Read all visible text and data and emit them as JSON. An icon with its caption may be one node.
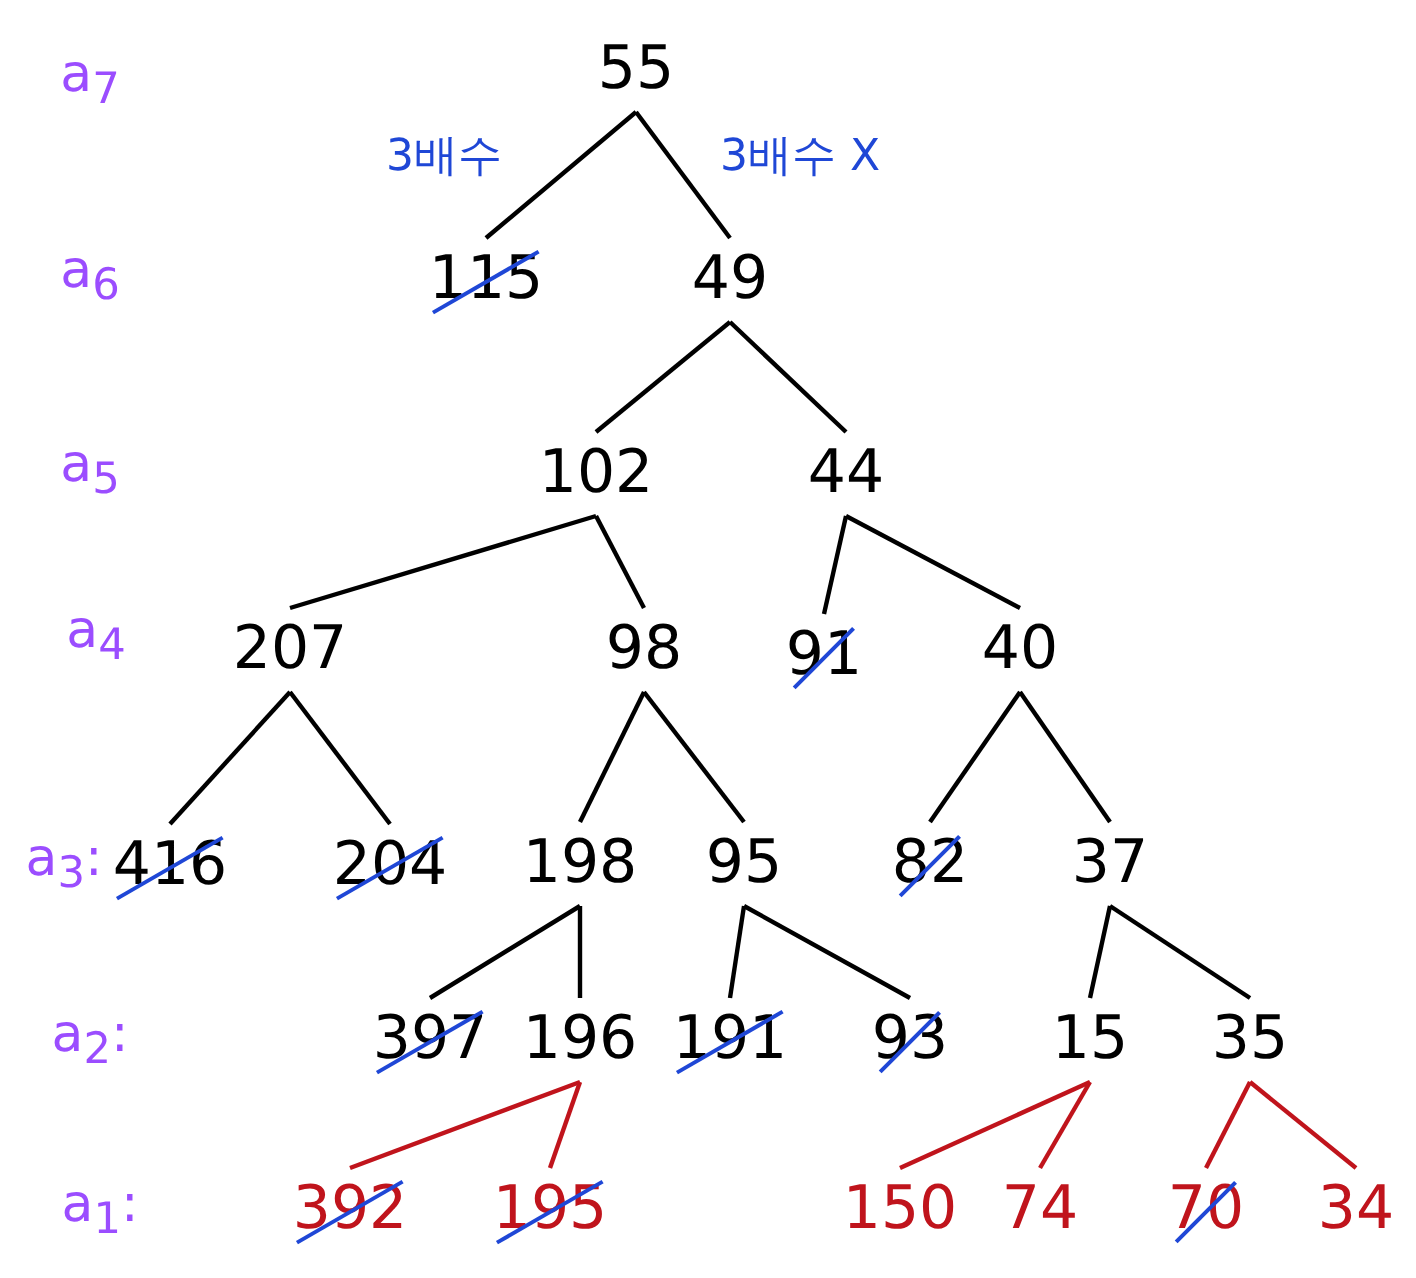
{
  "diagram": {
    "nodes": [
      {
        "text": [
          "55"
        ]
      },
      {
        "text": [
          "115"
        ]
      },
      {
        "text": [
          "49"
        ]
      },
      {
        "text": [
          "102"
        ]
      },
      {
        "text": [
          "44"
        ]
      },
      {
        "text": [
          "207"
        ]
      },
      {
        "text": [
          "98"
        ]
      },
      {
        "text": [
          "91"
        ]
      },
      {
        "text": [
          "40"
        ]
      },
      {
        "text": [
          "416"
        ]
      },
      {
        "text": [
          "204"
        ]
      },
      {
        "text": [
          "198"
        ]
      },
      {
        "text": [
          "95"
        ]
      },
      {
        "text": [
          "82"
        ]
      },
      {
        "text": [
          "37"
        ]
      },
      {
        "text": [
          "397"
        ]
      },
      {
        "text": [
          "196"
        ]
      },
      {
        "text": [
          "191"
        ]
      },
      {
        "text": [
          "93"
        ]
      },
      {
        "text": [
          "15"
        ]
      },
      {
        "text": [
          "35"
        ]
      },
      {
        "text": [
          "392"
        ]
      },
      {
        "text": [
          "195"
        ]
      },
      {
        "text": [
          "150"
        ]
      },
      {
        "text": [
          "74"
        ]
      },
      {
        "text": [
          "70"
        ]
      },
      {
        "text": [
          "34"
        ]
      }
    ],
    "edges": [
      {
        "from": 0,
        "to": 1,
        "arrow": "none",
        "label": "3배수"
      },
      {
        "from": 0,
        "to": 2,
        "arrow": "none",
        "label": "3배수 X"
      },
      {
        "from": 2,
        "to": 3,
        "arrow": "none"
      },
      {
        "from": 2,
        "to": 4,
        "arrow": "none"
      },
      {
        "from": 3,
        "to": 5,
        "arrow": "none"
      },
      {
        "from": 3,
        "to": 6,
        "arrow": "none"
      },
      {
        "from": 4,
        "to": 7,
        "arrow": "none"
      },
      {
        "from": 4,
        "to": 8,
        "arrow": "none"
      },
      {
        "from": 5,
        "to": 9,
        "arrow": "none"
      },
      {
        "from": 5,
        "to": 10,
        "arrow": "none"
      },
      {
        "from": 6,
        "to": 11,
        "arrow": "none"
      },
      {
        "from": 6,
        "to": 12,
        "arrow": "none"
      },
      {
        "from": 8,
        "to": 13,
        "arrow": "none"
      },
      {
        "from": 8,
        "to": 14,
        "arrow": "none"
      },
      {
        "from": 11,
        "to": 15,
        "arrow": "none"
      },
      {
        "from": 11,
        "to": 16,
        "arrow": "none"
      },
      {
        "from": 12,
        "to": 17,
        "arrow": "none"
      },
      {
        "from": 12,
        "to": 18,
        "arrow": "none"
      },
      {
        "from": 14,
        "to": 19,
        "arrow": "none"
      },
      {
        "from": 14,
        "to": 20,
        "arrow": "none"
      },
      {
        "from": 16,
        "to": 21,
        "arrow": "none",
        "color": "#c0141c"
      },
      {
        "from": 16,
        "to": 22,
        "arrow": "none",
        "color": "#c0141c"
      },
      {
        "from": 19,
        "to": 23,
        "arrow": "none",
        "color": "#c0141c"
      },
      {
        "from": 19,
        "to": 24,
        "arrow": "none",
        "color": "#c0141c"
      },
      {
        "from": 20,
        "to": 25,
        "arrow": "none",
        "color": "#c0141c"
      },
      {
        "from": 20,
        "to": 26,
        "arrow": "none",
        "color": "#c0141c"
      }
    ],
    "labels": [
      "a$_{7}$",
      "a$_{6}$",
      "a$_{5}$",
      "a$_{4}$",
      "a$_{3}$:",
      "a$_{2}$:",
      "a$_{1}$:"
    ]
  }
}
